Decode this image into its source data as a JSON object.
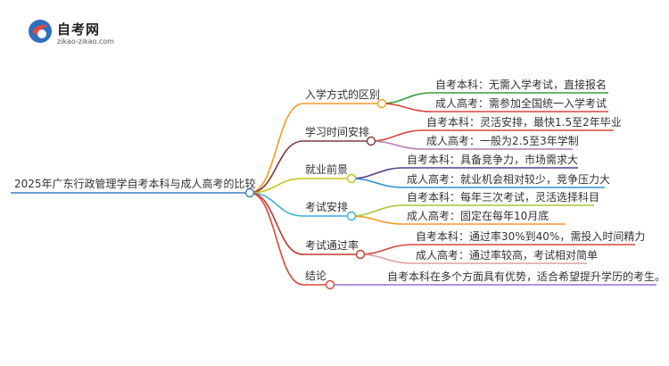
{
  "logo": {
    "title": "自考网",
    "subtitle": "zikao-zikao.com"
  },
  "root": "2025年广东行政管理学自考本科与成人高考的比较",
  "branches": [
    {
      "label": "入学方式的区别",
      "color": "#f59a23",
      "children": [
        {
          "text": "自考本科：无需入学考试，直接报名",
          "color": "#3a9b3a"
        },
        {
          "text": "成人高考：需参加全国统一入学考试",
          "color": "#d9463c"
        }
      ]
    },
    {
      "label": "学习时间安排",
      "color": "#7b3b3b",
      "children": [
        {
          "text": "自考本科：灵活安排，最快1.5至2年毕业",
          "color": "#d9463c"
        },
        {
          "text": "成人高考：一般为2.5至3年学制",
          "color": "#b07cb0"
        }
      ]
    },
    {
      "label": "就业前景",
      "color": "#c9c21a",
      "children": [
        {
          "text": "自考本科：具备竞争力，市场需求大",
          "color": "#5a3d8c"
        },
        {
          "text": "成人高考：就业机会相对较少，竞争压力大",
          "color": "#2c8fd6"
        }
      ]
    },
    {
      "label": "考试安排",
      "color": "#3ab0d9",
      "children": [
        {
          "text": "自考本科：每年三次考试，灵活选择科目",
          "color": "#a3c93a"
        },
        {
          "text": "成人高考：固定在每年10月底",
          "color": "#f59a23"
        }
      ]
    },
    {
      "label": "考试通过率",
      "color": "#c0392b",
      "children": [
        {
          "text": "自考本科：通过率30%到40%，需投入时间精力",
          "color": "#d9463c"
        },
        {
          "text": "成人高考：通过率较高，考试相对简单",
          "color": "#e0a0a0"
        }
      ]
    },
    {
      "label": "结论",
      "color": "#d9463c",
      "children": [
        {
          "text": "自考本科在多个方面具有优势，适合希望提升学历的考生。",
          "color": "#9b6bd1"
        }
      ]
    }
  ]
}
